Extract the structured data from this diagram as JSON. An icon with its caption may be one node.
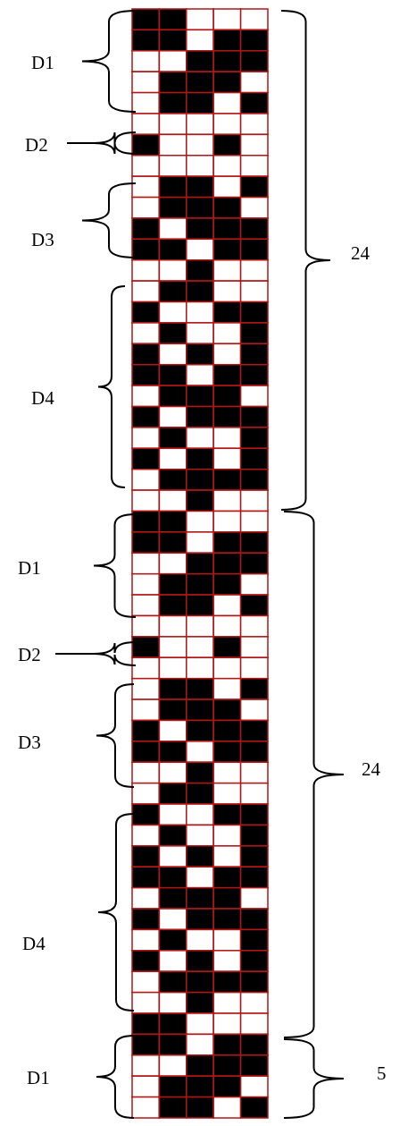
{
  "diagram": {
    "labels": [
      "D1",
      "D2",
      "D3",
      "D4",
      "24",
      "D1",
      "D2",
      "D3",
      "D4",
      "24",
      "D1",
      "5"
    ]
  }
}
